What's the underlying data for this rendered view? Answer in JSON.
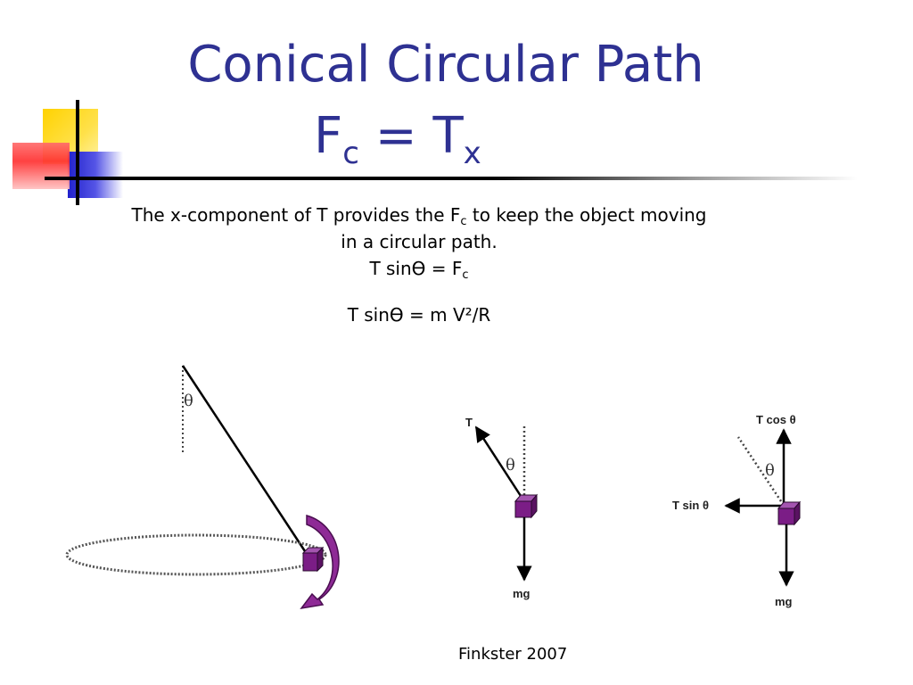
{
  "title": {
    "line1": "Conical Circular Path",
    "eq_main": "F",
    "eq_sub": "c",
    "eq_mid": " = T",
    "eq_sub2": "x"
  },
  "description": {
    "line1_a": "The x-component of T provides the F",
    "line1_sub": "c",
    "line1_b": " to keep the object moving",
    "line2": "in a circular path.",
    "eq1_a": "T sinϴ = F",
    "eq1_sub": "c",
    "eq2": "T sinϴ = m V²/R"
  },
  "diagram": {
    "theta": "θ",
    "label_T": "T",
    "label_mg": "mg",
    "label_tcos": "T cos θ",
    "label_tsin": "T sin θ"
  },
  "footer": "Finkster 2007",
  "colors": {
    "title": "#2e3192",
    "mass": "#7b1d86",
    "rotation_arrow": "#8e2a96"
  }
}
